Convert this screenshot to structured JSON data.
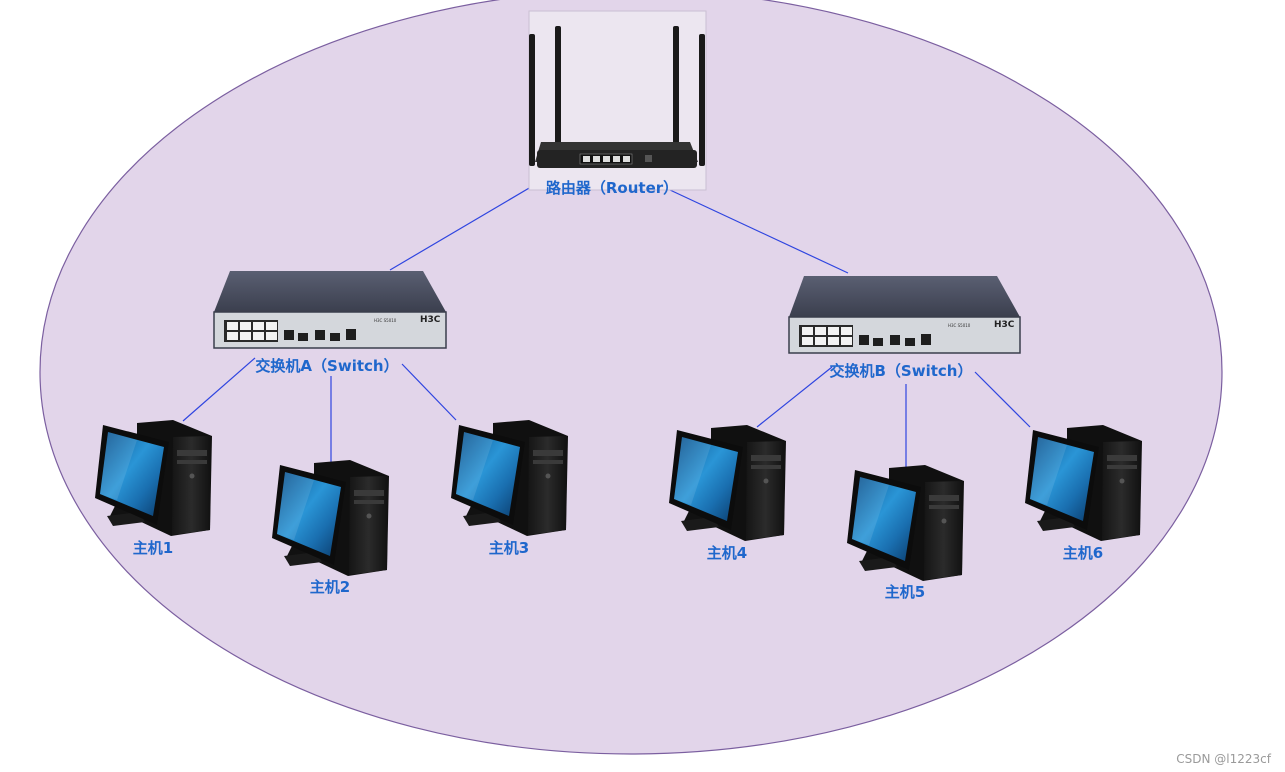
{
  "diagram": {
    "router": {
      "label": "路由器（Router）"
    },
    "switches": [
      {
        "label": "交换机A（Switch）",
        "brand": "H3C",
        "model": "H3C S5010"
      },
      {
        "label": "交换机B（Switch）",
        "brand": "H3C",
        "model": "H3C S5010"
      }
    ],
    "hosts": [
      {
        "label": "主机1"
      },
      {
        "label": "主机2"
      },
      {
        "label": "主机3"
      },
      {
        "label": "主机4"
      },
      {
        "label": "主机5"
      },
      {
        "label": "主机6"
      }
    ]
  },
  "watermark": "CSDN @l1223cf",
  "colors": {
    "ellipse_fill": "#e2d5ea",
    "ellipse_stroke": "#7b5fa0",
    "link": "#2f45e0",
    "label": "#1f67cc"
  }
}
